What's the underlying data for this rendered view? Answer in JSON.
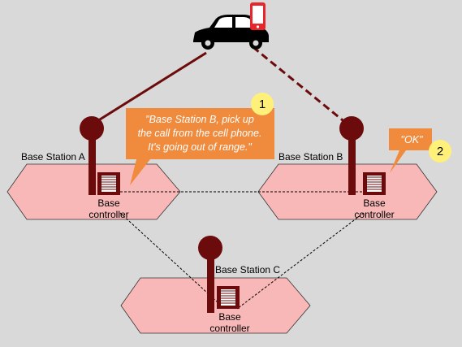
{
  "stations": {
    "a": {
      "name": "Base Station A",
      "controller_line1": "Base",
      "controller_line2": "controller"
    },
    "b": {
      "name": "Base Station B",
      "controller_line1": "Base",
      "controller_line2": "controller"
    },
    "c": {
      "name": "Base Station C",
      "controller_line1": "Base",
      "controller_line2": "controller"
    }
  },
  "callout_1": {
    "number": "1",
    "line1": "\"Base Station B, pick up",
    "line2": "the call from the cell phone.",
    "line3": "It's going out of range.\""
  },
  "callout_2": {
    "number": "2",
    "text": "\"OK\""
  },
  "colors": {
    "background": "#d9d9d9",
    "hexagon_fill": "#f8b8b8",
    "antenna": "#6b0b0b",
    "callout_fill": "#f08a3c",
    "badge_fill": "#fff07a",
    "phone": "#e8262a"
  },
  "icons": [
    "car-icon",
    "cell-phone-icon",
    "antenna-icon",
    "base-controller-icon"
  ]
}
